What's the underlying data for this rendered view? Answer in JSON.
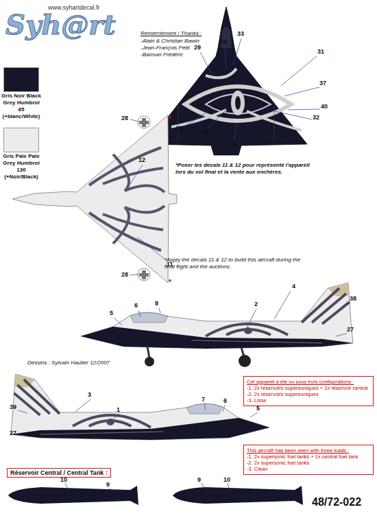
{
  "diagram": {
    "nodes": [
      {
        "text": [
          "Cet appareil a été vu sous trois configurations :",
          "-1. 2x réservoirs supersoniques + 1x réservoir central",
          "-2. 2x réservoirs supersoniques",
          "-3. Lisse"
        ]
      },
      {
        "text": [
          "This aircraft has been seen with three loads :",
          "-1. 2x supersonic fuel tanks + 1x central fuel tank",
          "-2. 2x supersonic fuel tanks",
          "-3. Clean"
        ]
      }
    ],
    "labels": [
      "www.syhartdecal.fr",
      "Syh@rt",
      "Remerciement / Thanks :",
      "-Alain & Christian Bawin",
      "-Jean-François Petit",
      "-Barman Frédéric",
      "33",
      "36",
      "29",
      "31",
      "37",
      "40",
      "32",
      "34",
      "30",
      "35",
      "28",
      "12",
      "11",
      "28",
      "*Poser les decals 11 & 12 pour représenté l'appareil lors du vol final et la vente aux enchères.",
      "*Apply the decals 11 & 12 to build this aircraft during the final flight and the auctions.",
      "5",
      "6",
      "8",
      "4",
      "2",
      "38",
      "27",
      "Dessins : Sylvain Hautier 12/2007",
      "39",
      "3",
      "1",
      "7",
      "6",
      "5",
      "27",
      "Réservoir Central / Central Tank :",
      "10",
      "9",
      "9",
      "10",
      "48/72-022"
    ],
    "legend": [
      {
        "text": "Gris Noir Black Grey Humbrol 85 (+blanc/White)",
        "color": "#15162a"
      },
      {
        "text": "Gris Pale Pale Grey Humbrol 130 (+Noir/Black)",
        "color": "#ececec"
      }
    ]
  }
}
